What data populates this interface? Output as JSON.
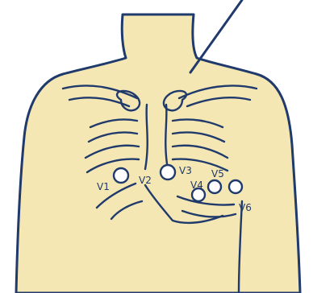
{
  "colors": {
    "skin": "#f4e7b4",
    "ink": "#1f3a6b",
    "electrode_fill": "#ffffff"
  },
  "electrodes": [
    {
      "id": "v1",
      "label": "V1"
    },
    {
      "id": "v2",
      "label": "V2"
    },
    {
      "id": "v3",
      "label": "V3"
    },
    {
      "id": "v4",
      "label": "V4"
    },
    {
      "id": "v5",
      "label": "V5"
    },
    {
      "id": "v6",
      "label": "V6"
    }
  ]
}
